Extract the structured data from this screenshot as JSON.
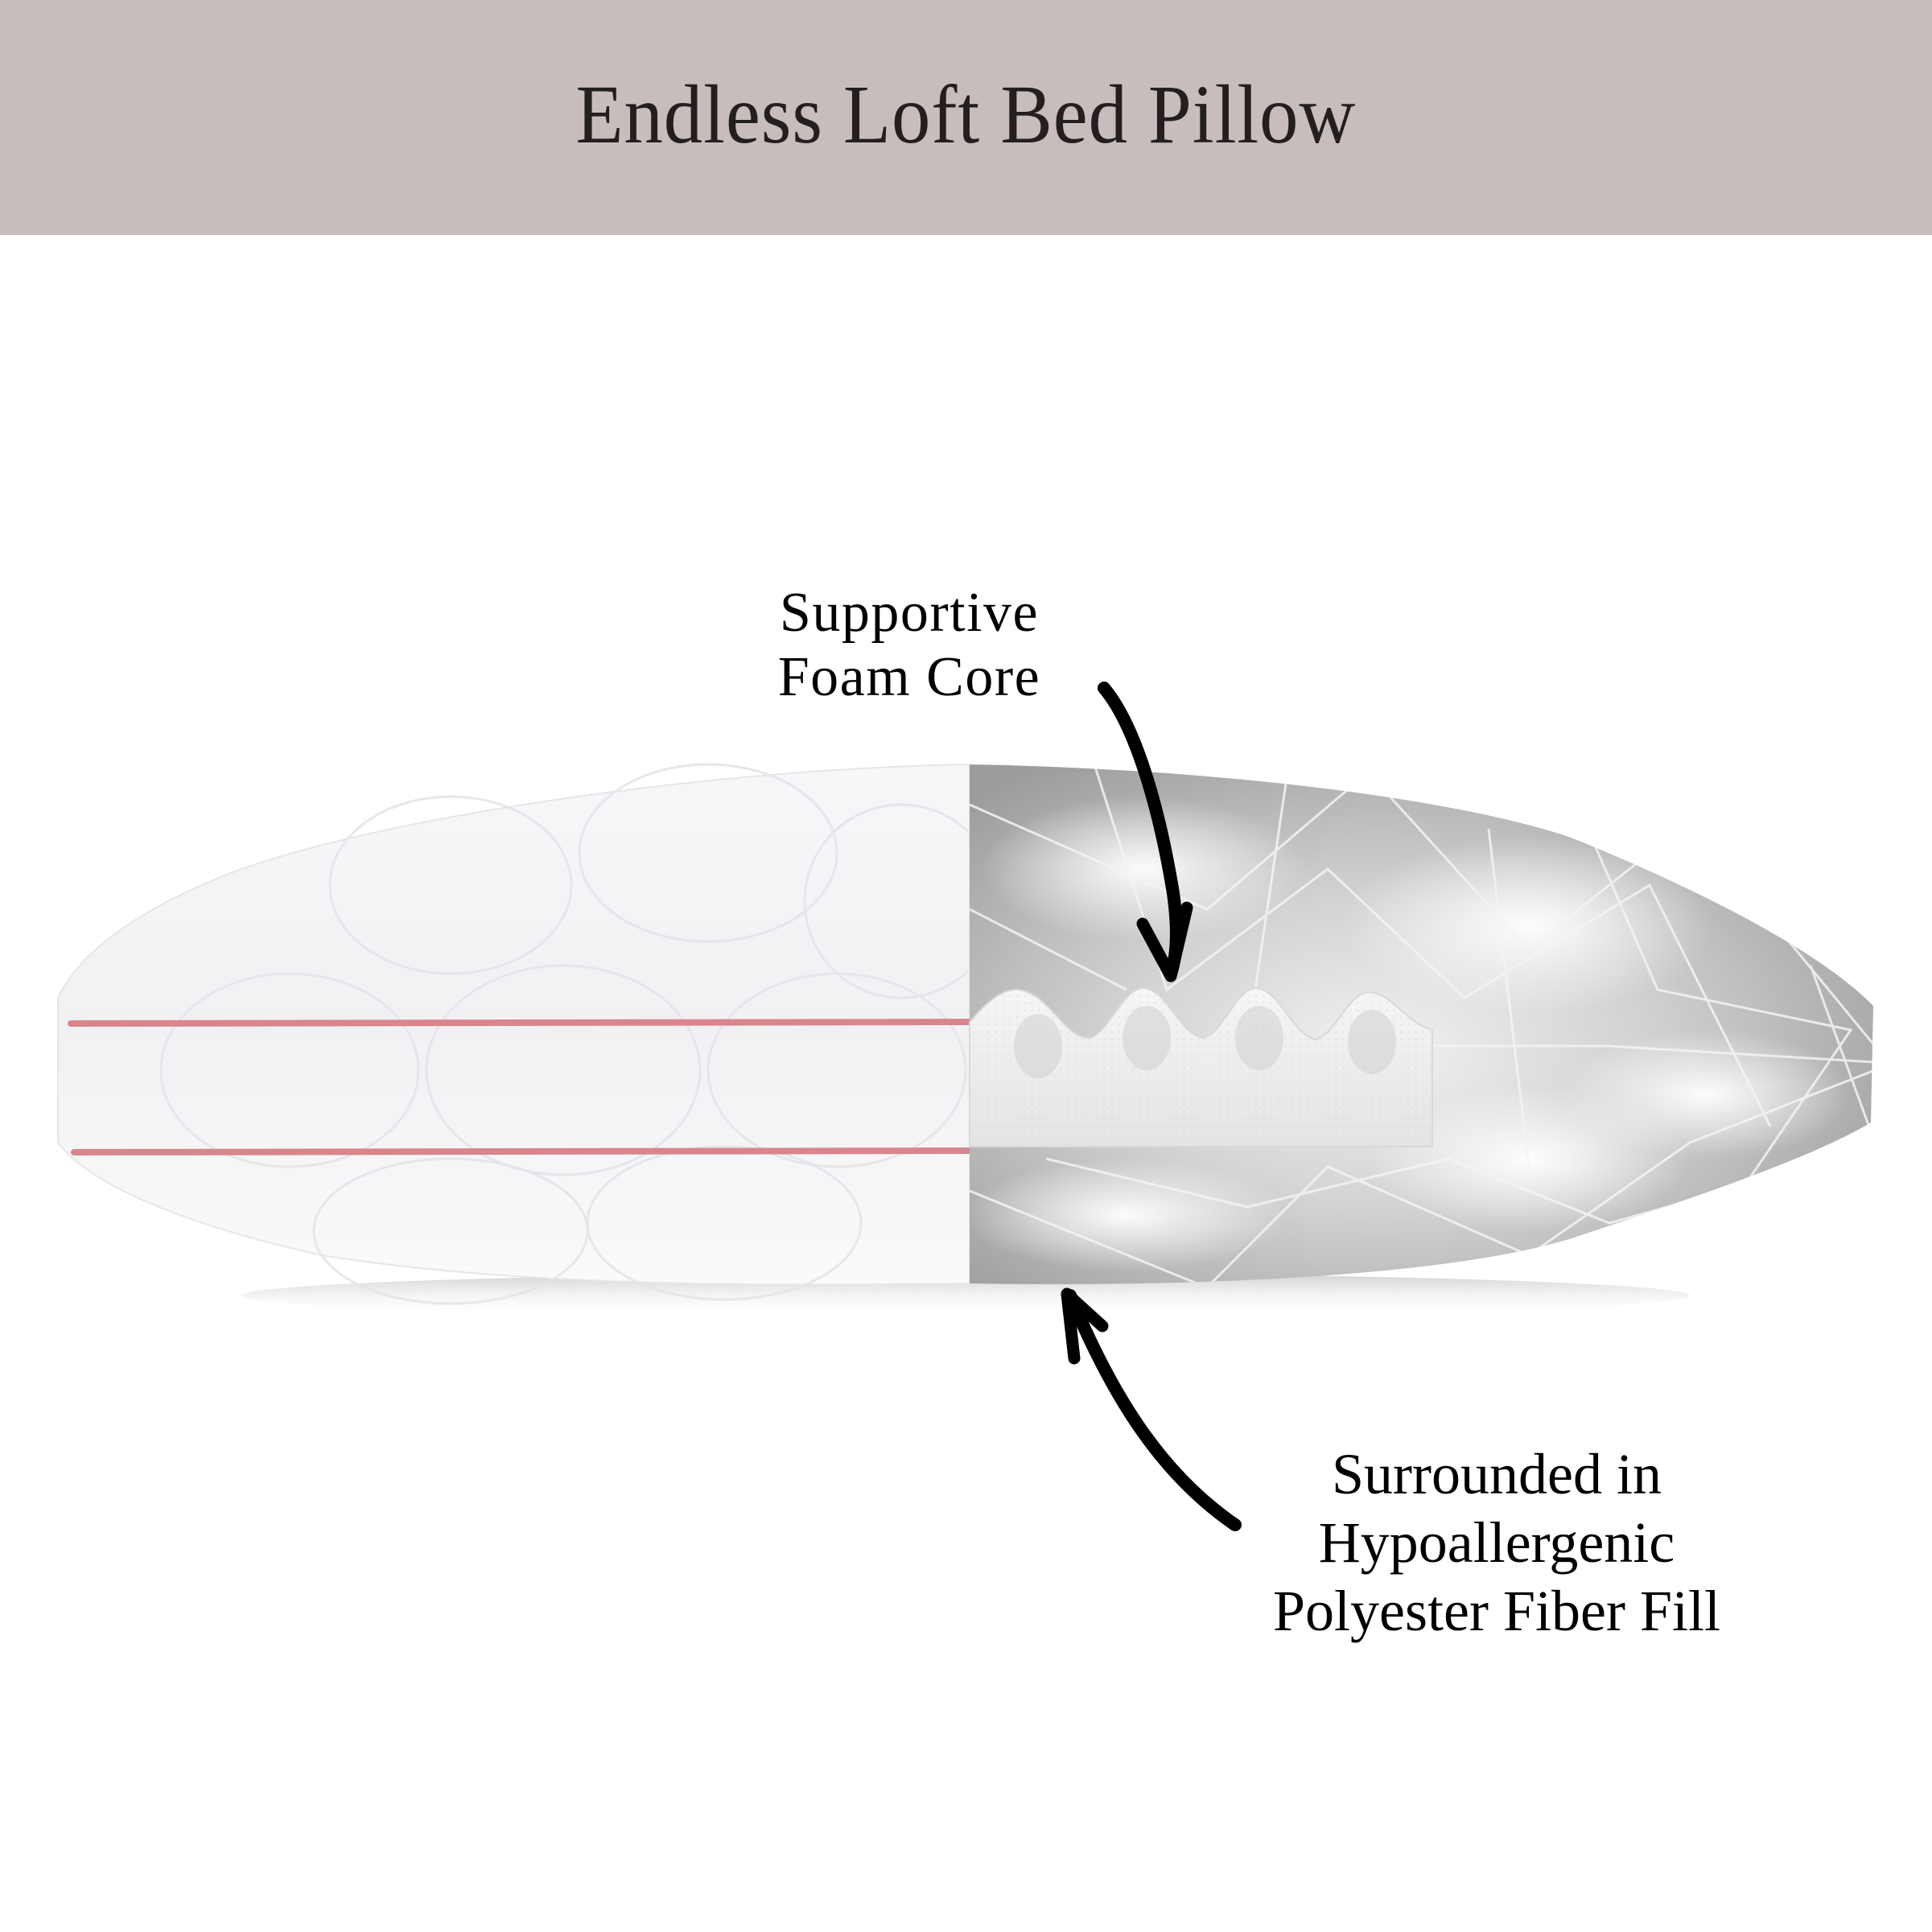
{
  "banner": {
    "title": "Endless Loft Bed Pillow",
    "background": "#c8bdbd",
    "text_color": "#231f20"
  },
  "callouts": {
    "foam_core": {
      "lines": [
        "Supportive",
        "Foam Core"
      ],
      "arrow": "curved-arrow-down"
    },
    "fiber_fill": {
      "lines": [
        "Surrounded in",
        "Hypoallergenic",
        "Polyester Fiber Fill"
      ],
      "arrow": "curved-arrow-up"
    }
  },
  "pillow": {
    "cover_color": "#f4f4f6",
    "piping_color": "#d6868c",
    "fill_color": "#bdbdbd",
    "foam_color": "#ececec"
  }
}
